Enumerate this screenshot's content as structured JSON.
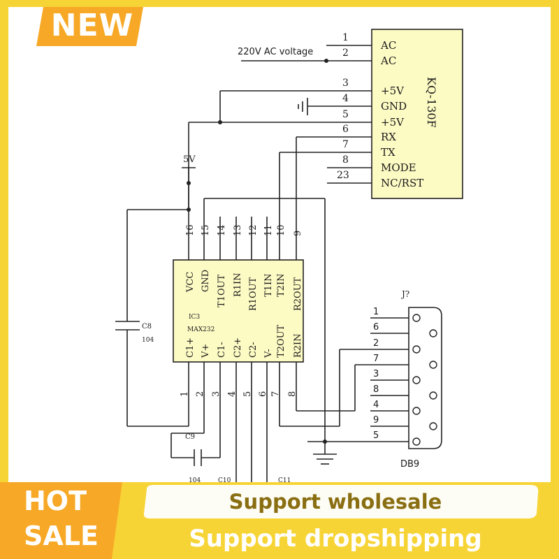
{
  "badge": {
    "new": "NEW"
  },
  "colors": {
    "frame": "#f7d436",
    "module_fill": "#fdfbc4",
    "ic_fill": "#fdfbc4",
    "wire": "#222222",
    "promo_text": "#8a6e12"
  },
  "promo": {
    "hot": "HOT",
    "sale": "SALE",
    "line1": "Support wholesale",
    "line2": "Support dropshipping"
  },
  "schematic": {
    "ac_label": "220V AC voltage",
    "five_v": "5V",
    "module": {
      "name": "KQ-130F",
      "pins": [
        {
          "num": "1",
          "label": "AC"
        },
        {
          "num": "2",
          "label": "AC"
        },
        {
          "num": "3",
          "label": "+5V"
        },
        {
          "num": "4",
          "label": "GND"
        },
        {
          "num": "5",
          "label": "+5V"
        },
        {
          "num": "6",
          "label": "RX"
        },
        {
          "num": "7",
          "label": "TX"
        },
        {
          "num": "8",
          "label": "MODE"
        },
        {
          "num": "23",
          "label": "NC/RST"
        }
      ]
    },
    "ic": {
      "ref": "IC3",
      "part": "MAX232",
      "top_pins": [
        {
          "num": "16",
          "label": "VCC"
        },
        {
          "num": "15",
          "label": "GND"
        },
        {
          "num": "14",
          "label": "T1OUT"
        },
        {
          "num": "13",
          "label": "R1IN"
        },
        {
          "num": "12",
          "label": "R1OUT"
        },
        {
          "num": "11",
          "label": "T1IN"
        },
        {
          "num": "10",
          "label": "T2IN"
        },
        {
          "num": "9",
          "label": "R2OUT"
        }
      ],
      "bottom_pins": [
        {
          "num": "1",
          "label": "C1+"
        },
        {
          "num": "2",
          "label": "V+"
        },
        {
          "num": "3",
          "label": "C1-"
        },
        {
          "num": "4",
          "label": "C2+"
        },
        {
          "num": "5",
          "label": "C2-"
        },
        {
          "num": "6",
          "label": "V-"
        },
        {
          "num": "7",
          "label": "T2OUT"
        },
        {
          "num": "8",
          "label": "R2IN"
        }
      ]
    },
    "connector": {
      "ref": "J?",
      "name": "DB9",
      "pins": [
        "1",
        "6",
        "2",
        "7",
        "3",
        "8",
        "4",
        "9",
        "5"
      ]
    },
    "capacitors": [
      {
        "ref": "C8",
        "value": "104"
      },
      {
        "ref": "C9",
        "value": "104"
      },
      {
        "ref": "C10",
        "value": ""
      },
      {
        "ref": "C11",
        "value": ""
      }
    ]
  }
}
